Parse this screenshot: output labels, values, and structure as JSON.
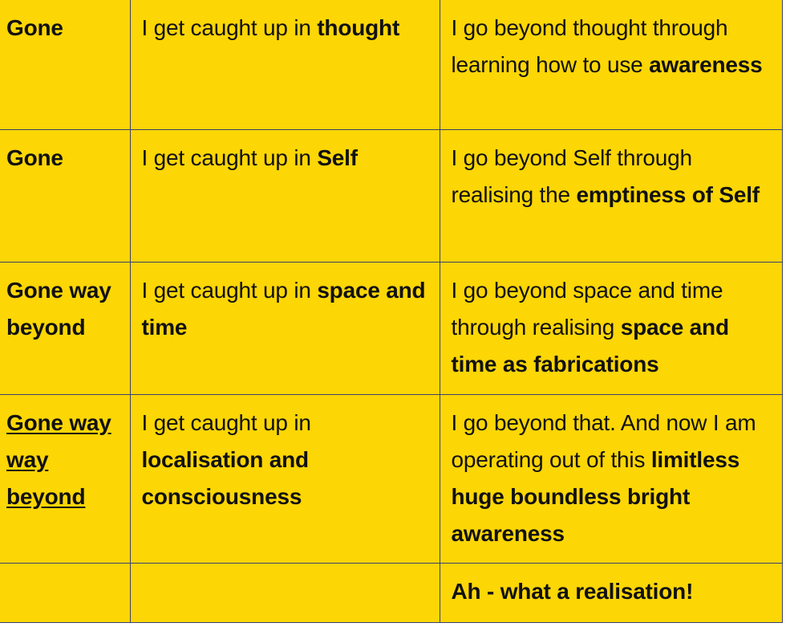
{
  "rows": [
    {
      "stage": "Gone",
      "stage_lines": [],
      "caught": {
        "plain": "I get caught up in ",
        "bold": "thought"
      },
      "beyond": {
        "plain": "I go beyond thought through learning how to use ",
        "bold": "awareness"
      }
    },
    {
      "stage": "Gone",
      "stage_lines": [],
      "caught": {
        "plain": "I get caught up in ",
        "bold": "Self"
      },
      "beyond": {
        "plain": "I go beyond Self through realising the ",
        "bold": "emptiness of Self"
      }
    },
    {
      "stage": "Gone way beyond",
      "stage_lines": [],
      "caught": {
        "plain": "I get caught up in ",
        "bold": "space and time"
      },
      "beyond": {
        "plain": "I go beyond space and time through realising ",
        "bold": "space and time as fabrications"
      }
    },
    {
      "stage": "",
      "stage_lines": [
        "Gone way ",
        "way ",
        "beyond"
      ],
      "caught": {
        "plain": "I get caught up in ",
        "bold": "localisation and consciousness"
      },
      "beyond": {
        "plain": "I go beyond that.  And now I am operating out of this ",
        "bold": "limitless huge boundless bright awareness"
      }
    },
    {
      "stage": "",
      "stage_lines": [],
      "caught": {
        "plain": "",
        "bold": ""
      },
      "beyond": {
        "plain": "",
        "bold": "Ah - what a realisation!"
      }
    }
  ]
}
